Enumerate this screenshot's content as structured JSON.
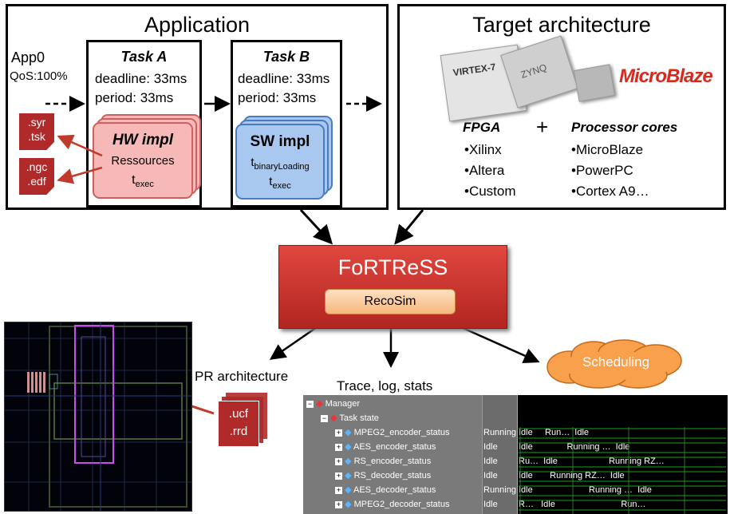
{
  "application": {
    "title": "Application",
    "app_name": "App0",
    "qos": "QoS:100%",
    "task_a": {
      "name": "Task A",
      "deadline": "deadline: 33ms",
      "period": "period: 33ms"
    },
    "task_b": {
      "name": "Task B",
      "deadline": "deadline: 33ms",
      "period": "period: 33ms"
    },
    "hw_impl": {
      "title": "HW impl",
      "resources": "Ressources",
      "t": "t",
      "t_sub": "exec"
    },
    "sw_impl": {
      "title": "SW impl",
      "t1": "t",
      "t1_sub": "binaryLoading",
      "t2": "t",
      "t2_sub": "exec"
    },
    "files_a": [
      ".syr",
      ".tsk"
    ],
    "files_b": [
      ".ngc",
      ".edf"
    ]
  },
  "target": {
    "title": "Target architecture",
    "brand": "MicroBlaze",
    "chip_texts": [
      "VIRTEX-7",
      "ZYNQ"
    ],
    "fpga_heading": "FPGA",
    "plus": "+",
    "fpga_items": [
      "•Xilinx",
      "•Altera",
      "•Custom"
    ],
    "proc_heading": "Processor cores",
    "proc_items": [
      "•MicroBlaze",
      "•PowerPC",
      "•Cortex A9…"
    ]
  },
  "core": {
    "title": "FoRTReSS",
    "sub": "RecoSim"
  },
  "outputs": {
    "pr_label": "PR architecture",
    "pr_files": [
      ".ucf",
      ".rrd"
    ],
    "trace_label": "Trace, log, stats",
    "scheduling": "Scheduling"
  },
  "trace": {
    "root": "Manager",
    "group": "Task state",
    "rows": [
      {
        "name": "MPEG2_encoder_status",
        "state": "Running",
        "wave": "Idle     Run…  Idle"
      },
      {
        "name": "AES_encoder_status",
        "state": "Idle",
        "wave": "Idle              Running …  Idle"
      },
      {
        "name": "RS_encoder_status",
        "state": "Idle",
        "wave": "Ru…  Idle                     Running RZ…"
      },
      {
        "name": "RS_decoder_status",
        "state": "Idle",
        "wave": "Idle       Running RZ…  Idle"
      },
      {
        "name": "AES_decoder_status",
        "state": "Running",
        "wave": "Idle                       Running …  Idle"
      },
      {
        "name": "MPEG2_decoder_status",
        "state": "Idle",
        "wave": "R…   Idle                           Run…"
      }
    ]
  },
  "colors": {
    "fortress_bg": "#c8332e",
    "hw_fill": "#f7b8b8",
    "sw_fill": "#a9c8f0",
    "file_red": "#b02a2a",
    "cloud": "#f8a04c",
    "brand_red": "#d62a1e"
  }
}
